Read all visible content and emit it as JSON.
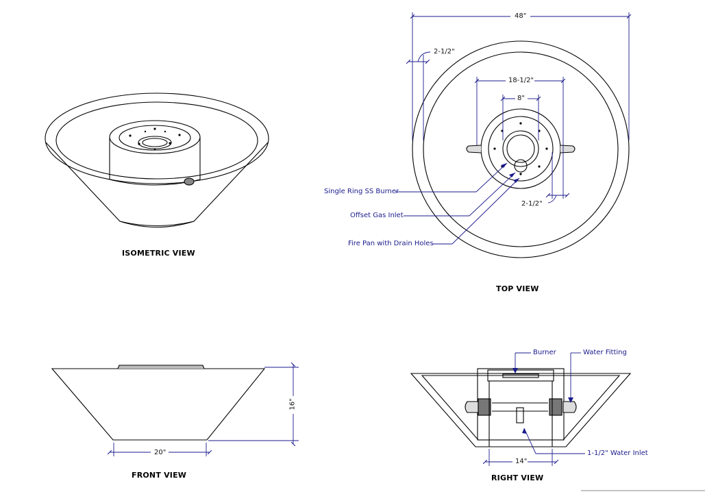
{
  "views": {
    "isometric": "ISOMETRIC VIEW",
    "top": "TOP VIEW",
    "front": "FRONT VIEW",
    "right": "RIGHT VIEW"
  },
  "dimensions": {
    "overall_width": "48\"",
    "lip_width": "2-1/2\"",
    "fire_pan_diameter": "18-1/2\"",
    "burner_diameter": "8\"",
    "lug_offset": "2-1/2\"",
    "height": "16\"",
    "base_width": "20\"",
    "pedestal_width": "14\""
  },
  "callouts": {
    "single_ring_burner": "Single Ring SS Burner",
    "offset_gas_inlet": "Offset Gas Inlet",
    "fire_pan": "Fire Pan with Drain Holes",
    "burner": "Burner",
    "water_fitting": "Water Fitting",
    "water_inlet": "1-1/2\" Water Inlet"
  },
  "colors": {
    "line": "#000000",
    "dimension": "#1a1a8c",
    "background": "#ffffff"
  }
}
